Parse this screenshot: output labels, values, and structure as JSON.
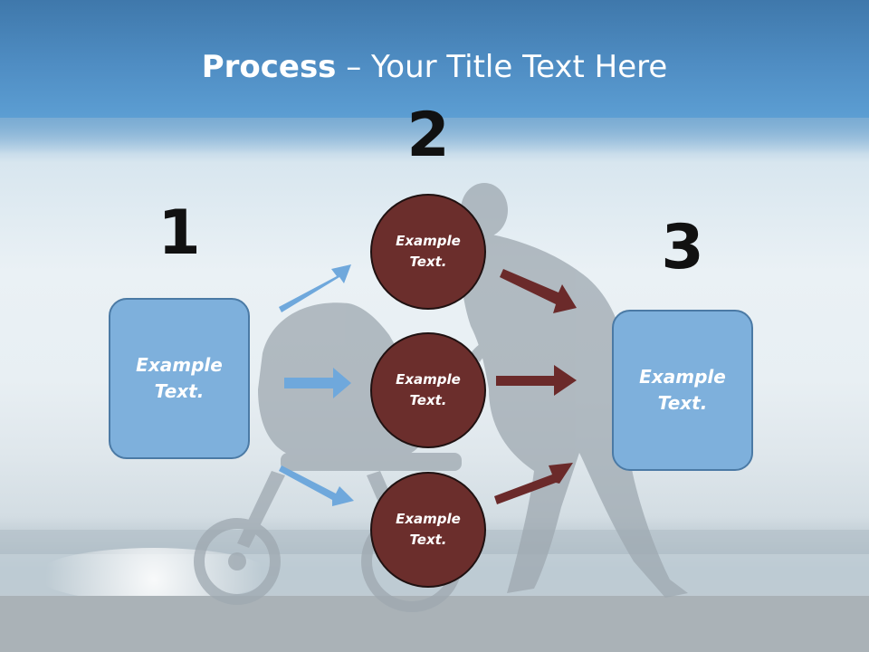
{
  "title": {
    "bold": "Process",
    "rest": " – Your Title Text Here"
  },
  "steps": {
    "one": "1",
    "two": "2",
    "three": "3"
  },
  "left_box": {
    "text": "Example Text."
  },
  "right_box": {
    "text": "Example Text."
  },
  "circles": [
    {
      "text": "Example Text."
    },
    {
      "text": "Example Text."
    },
    {
      "text": "Example Text."
    }
  ],
  "colors": {
    "box_fill": "#7eb0dc",
    "circle_fill": "#6b2e2c",
    "blue_arrow": "#6fa8dc",
    "red_arrow": "#6b2a2a",
    "title_bar": "#4f8dc3"
  }
}
